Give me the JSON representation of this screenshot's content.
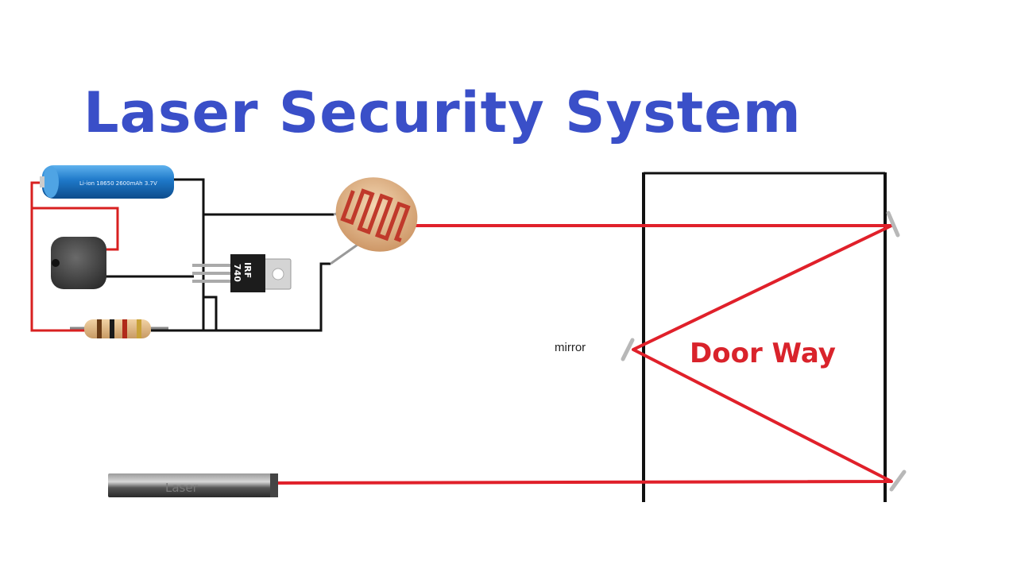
{
  "title": "Laser Security System",
  "door_label": "Door Way",
  "mirror_label": "mirror",
  "components": {
    "battery_label": "Li-ion 18650 2600mAh 3.7V",
    "transistor_line1": "IRF",
    "transistor_line2": "740",
    "laser_label": "Laser"
  },
  "colors": {
    "title": "#3a4fc8",
    "door_label": "#d9232b",
    "laser_beam": "#e0202a",
    "wire_red": "#d82020",
    "wire_black": "#111111",
    "battery": "#1e78c8"
  },
  "icons": [
    "battery-icon",
    "buzzer-icon",
    "resistor-icon",
    "transistor-icon",
    "ldr-icon",
    "laser-pointer-icon",
    "mirror-icon"
  ]
}
